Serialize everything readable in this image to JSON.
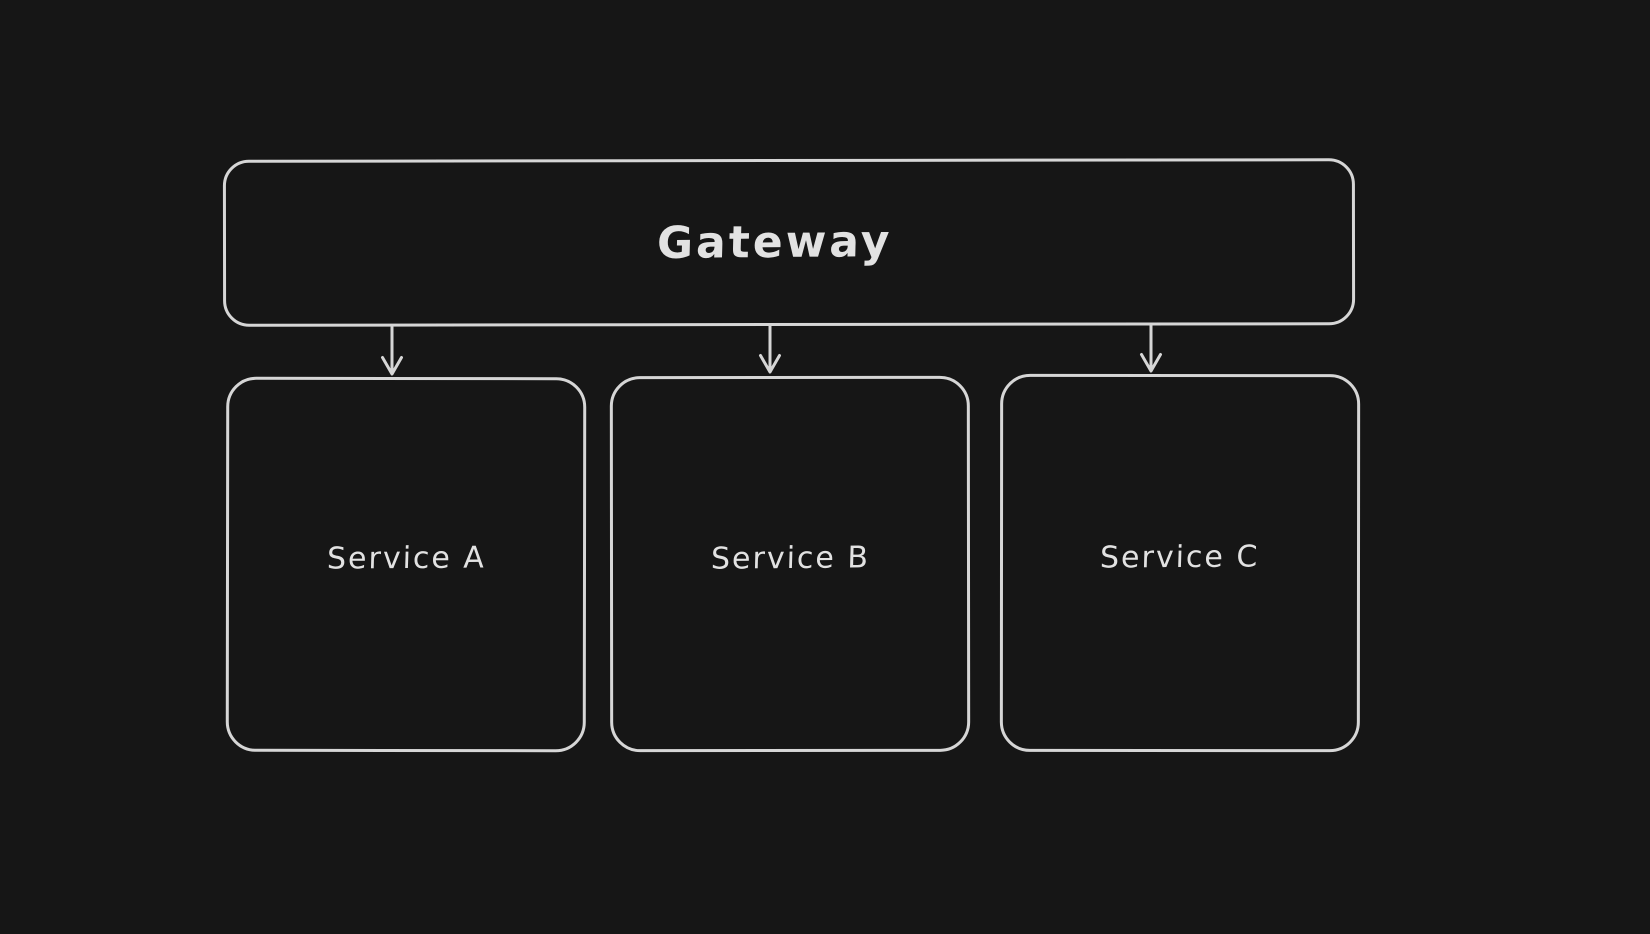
{
  "canvas": {
    "background_color": "#161616",
    "stroke_color": "#d6d6d6",
    "text_color": "#e2e2e2"
  },
  "diagram": {
    "nodes": [
      {
        "id": "gateway",
        "label": "Gateway"
      },
      {
        "id": "service-a",
        "label": "Service A"
      },
      {
        "id": "service-b",
        "label": "Service B"
      },
      {
        "id": "service-c",
        "label": "Service C"
      }
    ],
    "edges": [
      {
        "from": "gateway",
        "to": "service-a"
      },
      {
        "from": "gateway",
        "to": "service-b"
      },
      {
        "from": "gateway",
        "to": "service-c"
      }
    ]
  }
}
